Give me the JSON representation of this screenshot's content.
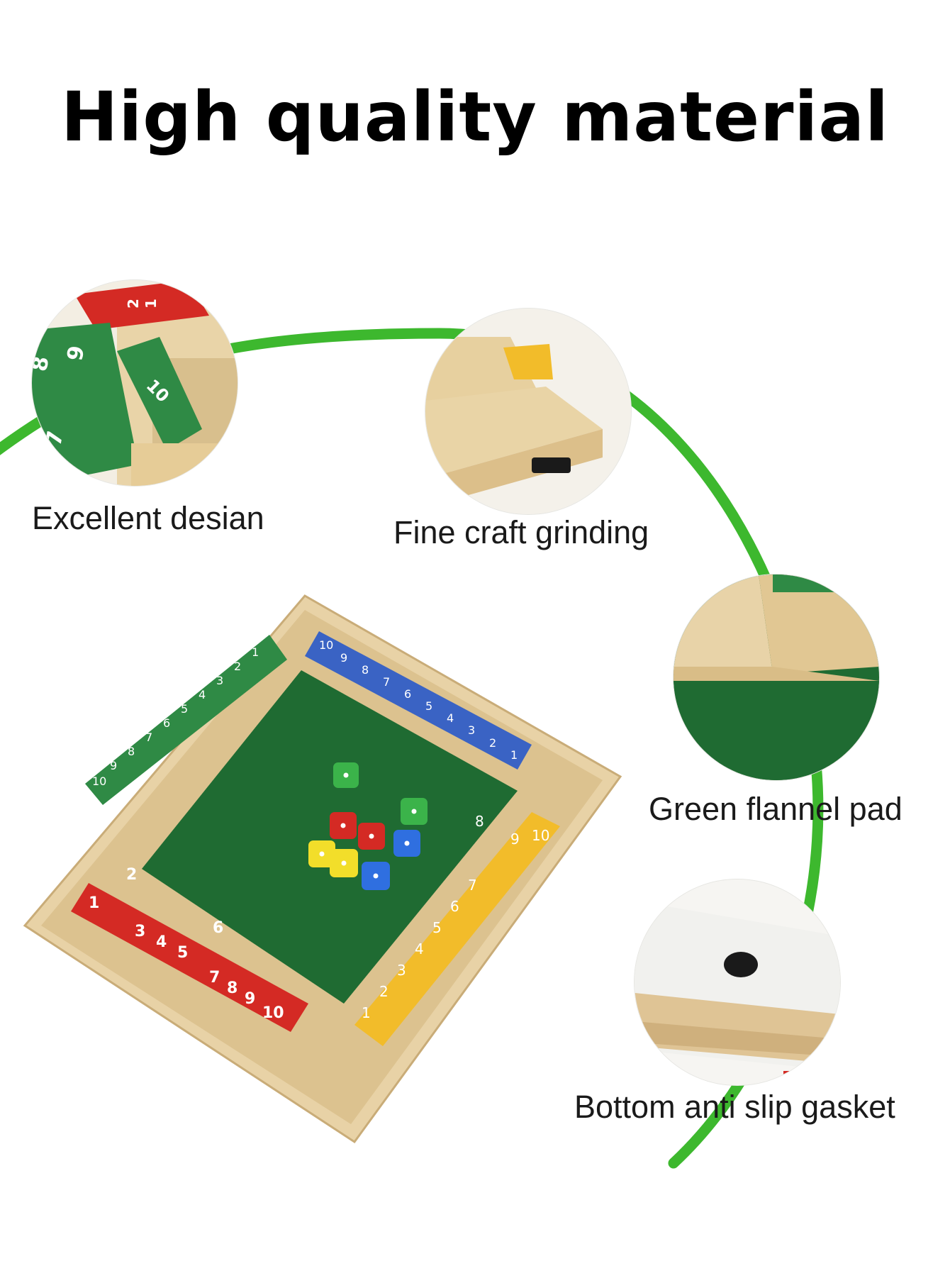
{
  "headline": "High quality material",
  "features": [
    {
      "label": "Excellent desian"
    },
    {
      "label": "Fine craft grinding"
    },
    {
      "label": "Green flannel pad"
    },
    {
      "label": "Bottom anti slip gasket"
    }
  ],
  "tiles": {
    "green": [
      "1",
      "2",
      "3",
      "4",
      "5",
      "6",
      "7",
      "8",
      "9",
      "10"
    ],
    "blue": [
      "1",
      "2",
      "3",
      "4",
      "5",
      "6",
      "7",
      "8",
      "9",
      "10"
    ],
    "red": [
      "1",
      "2",
      "3",
      "4",
      "5",
      "6",
      "7",
      "8",
      "9",
      "10"
    ],
    "yellow": [
      "1",
      "2",
      "3",
      "4",
      "5",
      "6",
      "7",
      "8",
      "9",
      "10"
    ]
  },
  "detail_tiles": {
    "green": [
      "8",
      "9",
      "10",
      "7"
    ],
    "red": [
      "2",
      "1"
    ]
  },
  "colors": {
    "accent_green": "#3db82e",
    "felt": "#1f6b32",
    "wood": "#e8d2a6",
    "red": "#d42a24",
    "green": "#2f8a45",
    "blue": "#3a63c4",
    "yellow": "#f2bc2a"
  }
}
